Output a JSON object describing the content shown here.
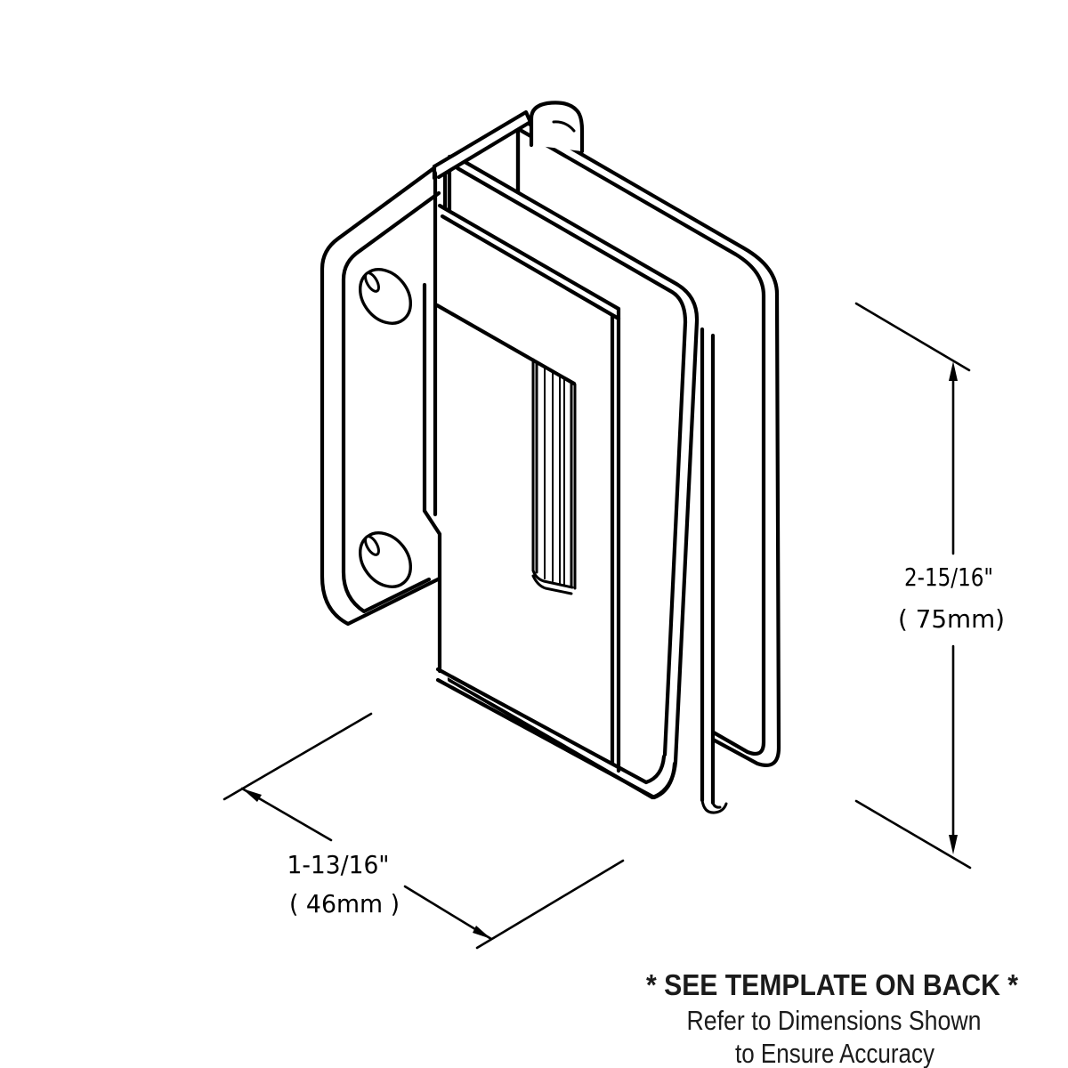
{
  "diagram": {
    "type": "technical-line-drawing",
    "subject": "wall-mount glass shower door hinge, isometric view",
    "background_color": "#ffffff",
    "line_color": "#000000",
    "dimensions": {
      "height": {
        "imperial": "2-15/16\"",
        "metric": "( 75mm)"
      },
      "width": {
        "imperial": "1-13/16\"",
        "metric": "( 46mm )"
      }
    },
    "notes": {
      "line1": "* SEE TEMPLATE ON BACK *",
      "line2": "Refer to Dimensions Shown",
      "line3": "to Ensure Accuracy"
    }
  }
}
